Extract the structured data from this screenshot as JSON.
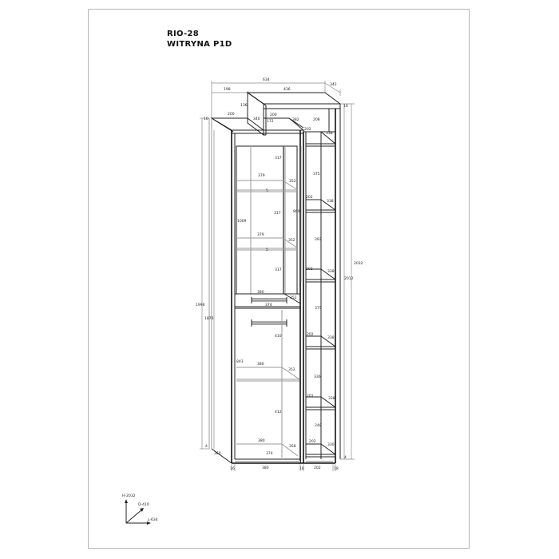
{
  "header": {
    "model": "RIO-28",
    "name": "WITRYNA P1D"
  },
  "dimensions": {
    "top_total_width": "634",
    "top_left_offset": "198",
    "top_shelf_width": "436",
    "top_depth": "342",
    "top_thickness": "16",
    "top_left_height": "136",
    "left_top_thickness": "16",
    "left_top_width": "200",
    "left_step_depth": "340",
    "left_step_width": "200",
    "left_step_height": "172",
    "right_top_depth": "382",
    "right_top_width": "202",
    "right_top_height": "208",
    "right_top_shelf_depth": "338",
    "glass_upper_height_1": "317",
    "glass_shelf1_width": "379",
    "glass_shelf1_depth": "352",
    "glass_shelf1_thickness": "5",
    "glass_upper_height_2": "317",
    "glass_total_height": "1009",
    "glass_shelf2_width": "379",
    "glass_shelf2_depth": "352",
    "glass_shelf2_thickness": "5",
    "glass_upper_height_3": "317",
    "right_mid_height_1": "375",
    "right_shelf1_width": "202",
    "right_shelf1_depth": "338",
    "right_col_height": "869",
    "right_mid_height_2": "392",
    "right_shelf2_width": "202",
    "right_shelf2_depth": "338",
    "drawer_width_top": "380",
    "drawer_depth": "352",
    "drawer_width_front": "374",
    "right_mid_height_3": "375",
    "right_shelf3_width": "202",
    "right_shelf3_depth": "338",
    "door_upper_height": "410",
    "lower_total_height": "843",
    "lower_shelf_width": "380",
    "lower_shelf_depth": "352",
    "right_mid_height_4": "336",
    "right_shelf4_width": "201",
    "right_shelf4_depth": "338",
    "door_lower_height": "412",
    "right_mid_height_5": "248",
    "right_bottom_width": "202",
    "right_bottom_depth": "330",
    "bottom_inner_width": "380",
    "bottom_inner_depth": "358",
    "bottom_front_width": "374",
    "left_total_height": "1996",
    "left_body_height": "1876",
    "left_base": "4",
    "left_base_depth": "360",
    "right_total_height": "2032",
    "right_body_height": "2012",
    "right_base": "4",
    "bottom_left_side": "16",
    "bottom_left_width": "380",
    "bottom_mid_side": "18",
    "bottom_right_width": "202",
    "bottom_right_side": "18"
  },
  "axes_legend": {
    "height_label": "H-2032",
    "depth_label": "D-410",
    "length_label": "L-634"
  }
}
